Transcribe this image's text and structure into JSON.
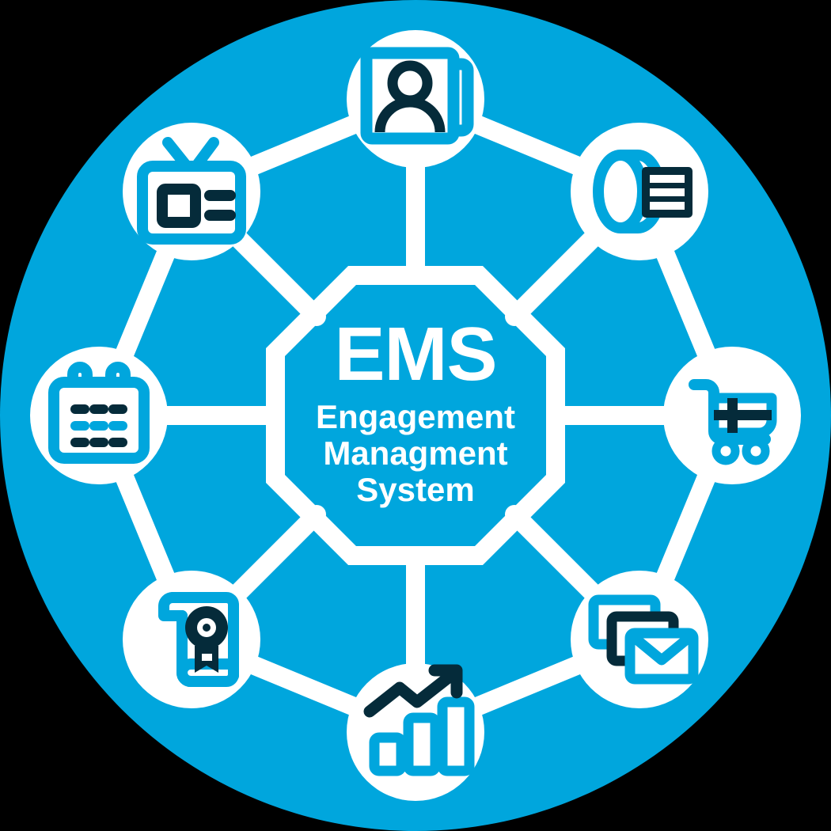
{
  "graphic": {
    "title": "EMS",
    "subtitle_lines": [
      "Engagement",
      "Managment",
      "System"
    ],
    "colors": {
      "background": "#000000",
      "brand_blue": "#00A6DD",
      "node_white": "#FFFFFF",
      "icon_dark": "#052B3A"
    },
    "layout": {
      "type": "hub-and-spoke honeycomb",
      "node_count": 8,
      "center_label": "EMS"
    }
  },
  "nodes": [
    {
      "id": "contacts",
      "position": "top",
      "icon": "contact-card-icon",
      "angle_deg": 270
    },
    {
      "id": "database",
      "position": "top-right",
      "icon": "database-list-icon",
      "angle_deg": 315
    },
    {
      "id": "commerce",
      "position": "right",
      "icon": "shopping-cart-icon",
      "angle_deg": 0
    },
    {
      "id": "email",
      "position": "bottom-right",
      "icon": "email-stack-icon",
      "angle_deg": 45
    },
    {
      "id": "analytics",
      "position": "bottom",
      "icon": "growth-chart-icon",
      "angle_deg": 90
    },
    {
      "id": "certificates",
      "position": "bottom-left",
      "icon": "certificate-icon",
      "angle_deg": 135
    },
    {
      "id": "calendar",
      "position": "left",
      "icon": "calendar-icon",
      "angle_deg": 180
    },
    {
      "id": "media",
      "position": "top-left",
      "icon": "tv-broadcast-icon",
      "angle_deg": 225
    }
  ]
}
